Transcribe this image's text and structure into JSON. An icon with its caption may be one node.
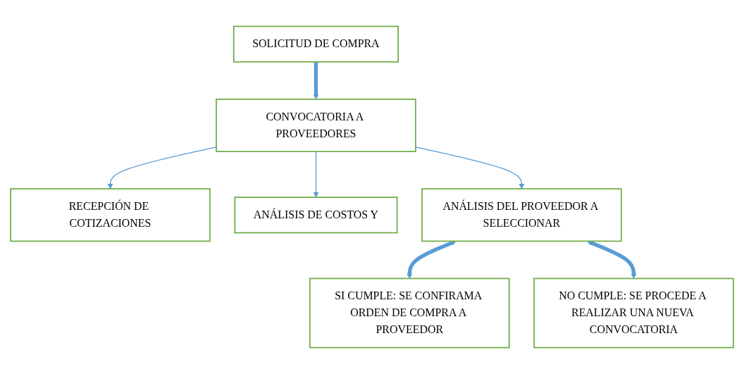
{
  "diagram": {
    "nodes": [
      {
        "text": [
          "SOLICITUD DE COMPRA"
        ]
      },
      {
        "text": [
          "CONVOCATORIA A PROVEEDORES"
        ]
      },
      {
        "text": [
          "RECEPCIÓN DE COTIZACIONES"
        ]
      },
      {
        "text": [
          "ANÁLISIS DE COSTOS Y"
        ]
      },
      {
        "text": [
          "ANÁLISIS DEL PROVEEDOR A SELECCIONAR"
        ]
      },
      {
        "text": [
          "SI CUMPLE: SE CONFIRAMA ORDEN DE COMPRA A PROVEEDOR"
        ]
      },
      {
        "text": [
          "NO CUMPLE: SE PROCEDE A REALIZAR UNA NUEVA CONVOCATORIA"
        ]
      }
    ],
    "edges": [
      {
        "from": 0,
        "to": 1,
        "arrow": "to",
        "style": "thick"
      },
      {
        "from": 1,
        "to": 2,
        "arrow": "to"
      },
      {
        "from": 1,
        "to": 3,
        "arrow": "to"
      },
      {
        "from": 1,
        "to": 4,
        "arrow": "to"
      },
      {
        "from": 4,
        "to": 5,
        "arrow": "both",
        "style": "thick"
      },
      {
        "from": 4,
        "to": 6,
        "arrow": "both",
        "style": "thick"
      }
    ]
  }
}
